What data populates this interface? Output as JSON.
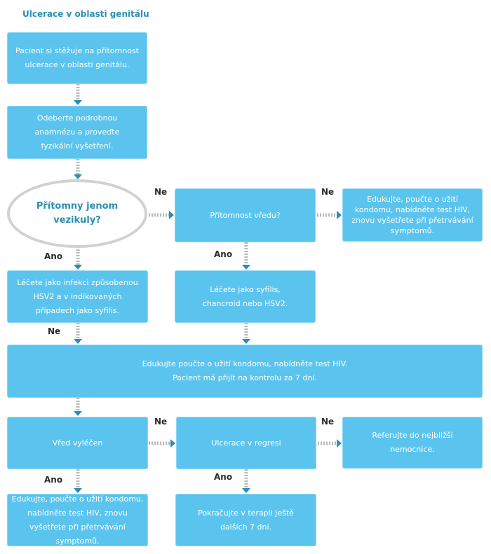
{
  "title": "Ulcerace v oblasti genitálu",
  "nodes": {
    "start": "Pacient si stěžuje na přítomnost ulcerace v oblasti genitálu.",
    "history": "Odeberte podrobnou anamnézu a proveďte fyzikální vyšetření.",
    "vesicles": "Přítomny jenom vezikuly?",
    "ulcer": "Přítomnost vředu?",
    "educate_retest": "Edukujte, poučte o užití kondomu, nabídněte test HIV, znovu vyšetřete při přetrvávání symptomů.",
    "treat_hsv": "Léčete jako infekci způsobenou HSV2 a v indikovaných případech jako syfilis.",
    "treat_syphilis": "Léčete jako syfilis, chancroid nebo HSV2.",
    "educate_control": "Edukujte poučte o užití kondomu, nabídněte test HIV. Pacient má přijít na kontrolu za 7 dní.",
    "healed": "Vřed vyléčen",
    "regress": "Ulcerace v regresi",
    "refer": "Referujte do nejbližší nemocnice.",
    "educate_final": "Edukujte, poučte o užití kondomu, nabídněte test HIV, znovu vyšetřete při přetrvávání symptomů.",
    "continue": "Pokračujte v terapii ještě dalších 7 dní."
  },
  "labels": {
    "ne_1": "Ne",
    "ne_2": "Ne",
    "ano_1": "Ano",
    "ano_2": "Ano",
    "ne_3": "Ne",
    "ne_4": "Ne",
    "ne_5": "Ne",
    "ano_3": "Ano",
    "ano_4": "Ano"
  },
  "colors": {
    "box": "#5bc4ee",
    "title": "#2a8fb4",
    "connector": "#b9b9b9",
    "arrowhead": "#2a8fb4",
    "oval_border": "#d1d1d1"
  }
}
